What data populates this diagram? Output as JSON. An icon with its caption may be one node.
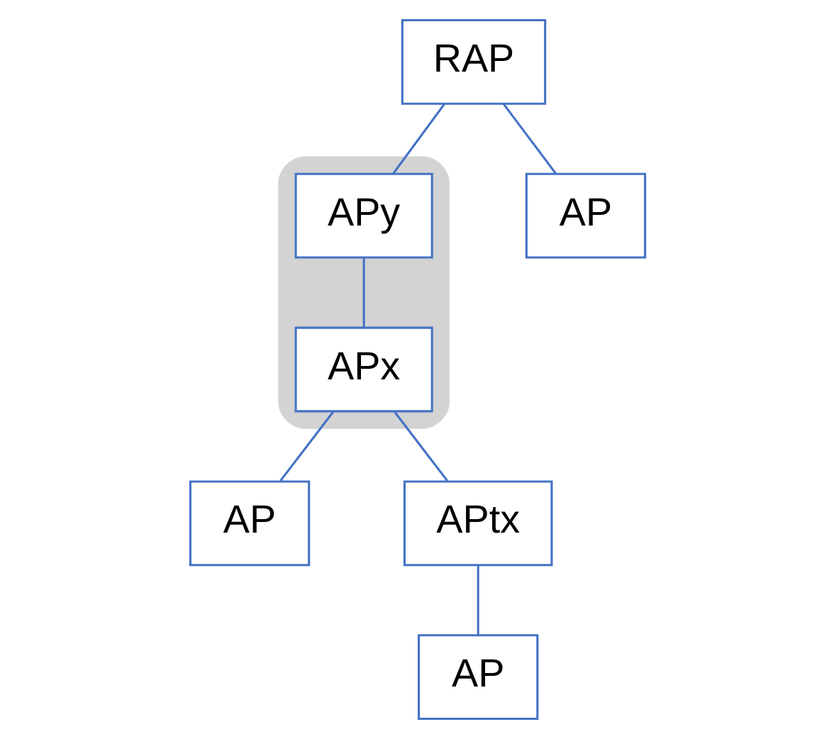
{
  "diagram": {
    "nodes": [
      {
        "text": [],
        "shape": "ellipse"
      },
      {
        "text": [
          "RAP"
        ]
      },
      {
        "text": [
          "AP"
        ]
      },
      {
        "text": [
          "APy"
        ],
        "in": 0
      },
      {
        "text": [
          "APx"
        ],
        "in": 0
      },
      {
        "text": [
          "AP"
        ]
      },
      {
        "text": [
          "APtx"
        ]
      },
      {
        "text": [
          "AP"
        ]
      }
    ],
    "edges": [
      {
        "from": 1,
        "to": 2,
        "arrow": "none"
      },
      {
        "from": 1,
        "to": 3,
        "arrow": "none"
      },
      {
        "from": 3,
        "to": 4,
        "arrow": "none"
      },
      {
        "from": 4,
        "to": 5,
        "arrow": "none"
      },
      {
        "from": 4,
        "to": 6,
        "arrow": "none"
      },
      {
        "from": 6,
        "to": 7,
        "arrow": "none"
      }
    ]
  }
}
